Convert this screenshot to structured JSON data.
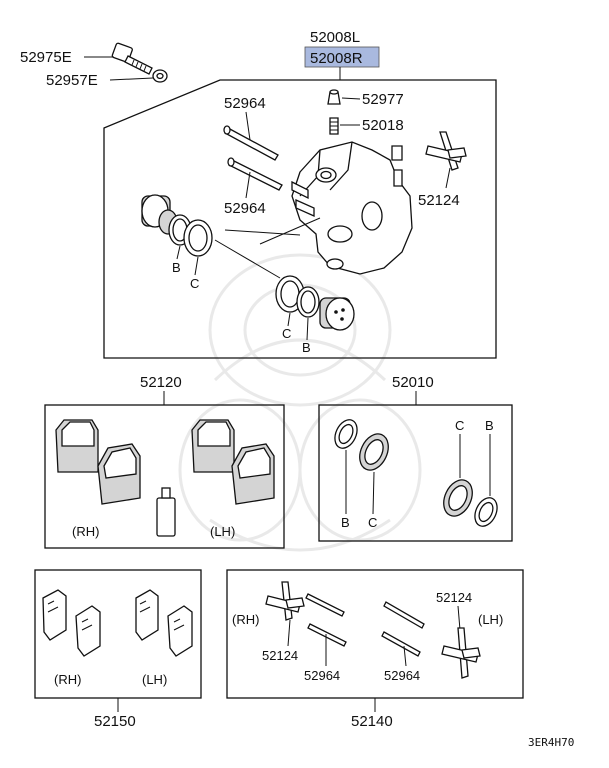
{
  "callouts": {
    "caliper_left": "52008L",
    "caliper_right": "52008R",
    "caliper_right_highlight": "#a9b9df",
    "bolt": "52975E",
    "washer": "52957E",
    "pin_upper": "52964",
    "pin_lower": "52964",
    "bleeder_cap": "52977",
    "bleeder_screw": "52018",
    "spring_clip": "52124",
    "seal_b_1": "B",
    "seal_c_1": "C",
    "seal_c_2": "C",
    "seal_b_2": "B"
  },
  "pad_kit": {
    "part_no": "52120",
    "rh_label": "(RH)",
    "lh_label": "(LH)"
  },
  "seal_kit": {
    "part_no": "52010",
    "c_top": "C",
    "b_top": "B",
    "b_bottom": "B",
    "c_bottom": "C"
  },
  "shim_kit": {
    "part_no": "52150",
    "rh_label": "(RH)",
    "lh_label": "(LH)"
  },
  "hardware_kit": {
    "part_no": "52140",
    "rh_label": "(RH)",
    "lh_label": "(LH)",
    "clip_left": "52124",
    "clip_right": "52124",
    "pin_left": "52964",
    "pin_right": "52964"
  },
  "diagram_code": "3ER4H70"
}
